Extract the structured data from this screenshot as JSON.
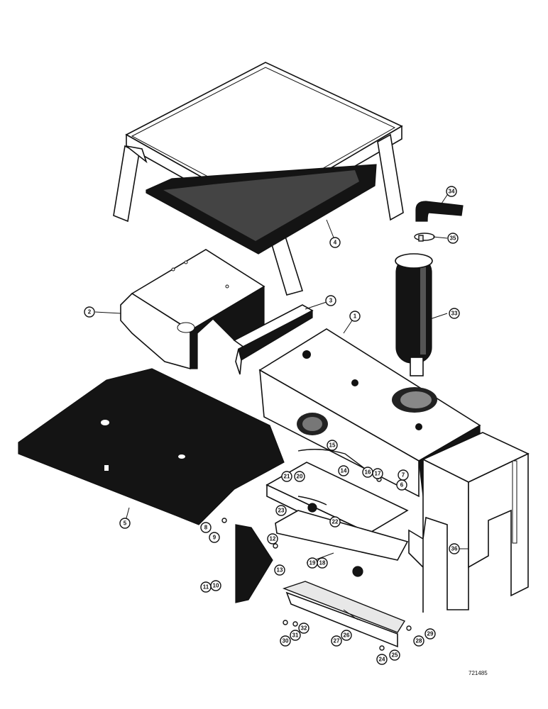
{
  "figure_id": "721485",
  "callouts": [
    {
      "id": "c1",
      "label": "1"
    },
    {
      "id": "c2",
      "label": "2"
    },
    {
      "id": "c3",
      "label": "3"
    },
    {
      "id": "c4",
      "label": "4"
    },
    {
      "id": "c5",
      "label": "5"
    },
    {
      "id": "c6",
      "label": "6"
    },
    {
      "id": "c7",
      "label": "7"
    },
    {
      "id": "c8",
      "label": "8"
    },
    {
      "id": "c9",
      "label": "9"
    },
    {
      "id": "c10",
      "label": "10"
    },
    {
      "id": "c11",
      "label": "11"
    },
    {
      "id": "c12",
      "label": "12"
    },
    {
      "id": "c13",
      "label": "13"
    },
    {
      "id": "c14",
      "label": "14"
    },
    {
      "id": "c15",
      "label": "15"
    },
    {
      "id": "c16",
      "label": "16"
    },
    {
      "id": "c17",
      "label": "17"
    },
    {
      "id": "c18",
      "label": "18"
    },
    {
      "id": "c19",
      "label": "19"
    },
    {
      "id": "c20",
      "label": "20"
    },
    {
      "id": "c21",
      "label": "21"
    },
    {
      "id": "c22",
      "label": "22"
    },
    {
      "id": "c23",
      "label": "23"
    },
    {
      "id": "c24",
      "label": "24"
    },
    {
      "id": "c25",
      "label": "25"
    },
    {
      "id": "c26",
      "label": "26"
    },
    {
      "id": "c27",
      "label": "27"
    },
    {
      "id": "c28",
      "label": "28"
    },
    {
      "id": "c29",
      "label": "29"
    },
    {
      "id": "c30",
      "label": "30"
    },
    {
      "id": "c31",
      "label": "31"
    },
    {
      "id": "c32",
      "label": "32"
    },
    {
      "id": "c33",
      "label": "33"
    },
    {
      "id": "c34",
      "label": "34"
    },
    {
      "id": "c35",
      "label": "35"
    },
    {
      "id": "c36",
      "label": "36"
    }
  ]
}
